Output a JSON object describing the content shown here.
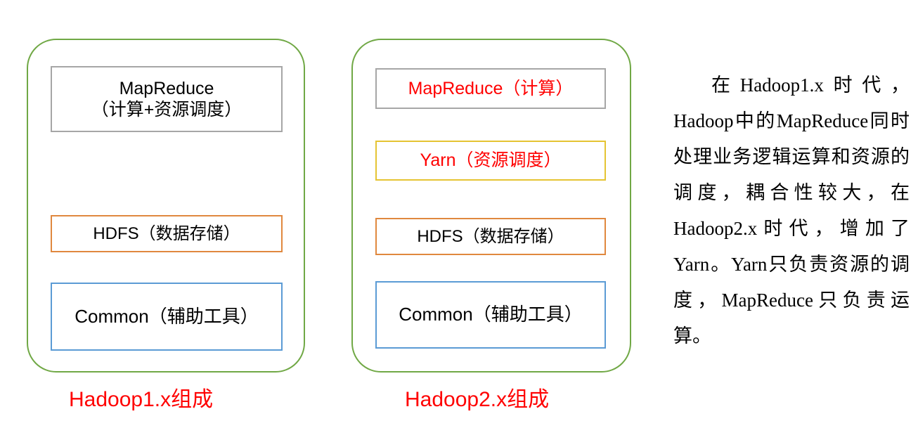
{
  "colors": {
    "group_border_green": "#70A845",
    "box_gray": "#A6A6A6",
    "box_orange": "#E0883E",
    "box_blue": "#5B9BD5",
    "box_yellow": "#E5C433",
    "accent_red": "#FF0000",
    "text_black": "#000000",
    "background": "#FFFFFF"
  },
  "groups": [
    {
      "caption": "Hadoop1.x组成",
      "boxes": [
        {
          "label": "MapReduce\n（计算+资源调度）",
          "border": "gray",
          "text_color": "black"
        },
        {
          "label": "HDFS（数据存储）",
          "border": "orange",
          "text_color": "black"
        },
        {
          "label": "Common（辅助工具）",
          "border": "blue",
          "text_color": "black"
        }
      ]
    },
    {
      "caption": "Hadoop2.x组成",
      "boxes": [
        {
          "label": "MapReduce（计算）",
          "border": "gray",
          "text_color": "red"
        },
        {
          "label": "Yarn（资源调度）",
          "border": "yellow",
          "text_color": "red"
        },
        {
          "label": "HDFS（数据存储）",
          "border": "orange",
          "text_color": "black"
        },
        {
          "label": "Common（辅助工具）",
          "border": "blue",
          "text_color": "black"
        }
      ]
    }
  ],
  "description": {
    "text": "在Hadoop1.x时代，Hadoop中的MapReduce同时处理业务逻辑运算和资源的调度，耦合性较大，在Hadoop2.x时代，增加了Yarn。Yarn只负责资源的调度，MapReduce只负责运算。"
  }
}
